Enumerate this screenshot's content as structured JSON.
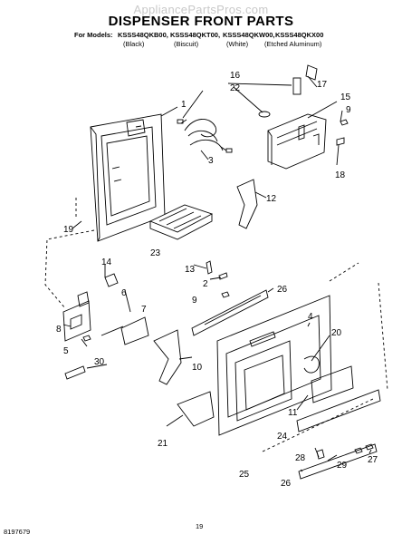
{
  "watermark": "AppliancePartsPros.com",
  "title": "DISPENSER FRONT PARTS",
  "models_label": "For Models:",
  "models": [
    {
      "model": "KSSS48QKB00,",
      "color": "(Black)"
    },
    {
      "model": "KSSS48QKT00,",
      "color": "(Biscuit)"
    },
    {
      "model": "KSSS48QKW00,",
      "color": "(White)"
    },
    {
      "model": "KSSS48QKX00",
      "color": "(Etched Aluminum)"
    }
  ],
  "footer": {
    "doc_number": "8197679",
    "page": "19"
  },
  "callouts": {
    "c1": "1",
    "c2": "2",
    "c3": "3",
    "c4": "4",
    "c5": "5",
    "c6": "6",
    "c7": "7",
    "c8": "8",
    "c9a": "9",
    "c9b": "9",
    "c10": "10",
    "c11": "11",
    "c12": "12",
    "c13": "13",
    "c14": "14",
    "c15": "15",
    "c16": "16",
    "c17": "17",
    "c18": "18",
    "c19": "19",
    "c20": "20",
    "c21": "21",
    "c22": "22",
    "c23": "23",
    "c24": "24",
    "c25": "25",
    "c26a": "26",
    "c26b": "26",
    "c27": "27",
    "c28": "28",
    "c29": "29",
    "c30": "30"
  }
}
